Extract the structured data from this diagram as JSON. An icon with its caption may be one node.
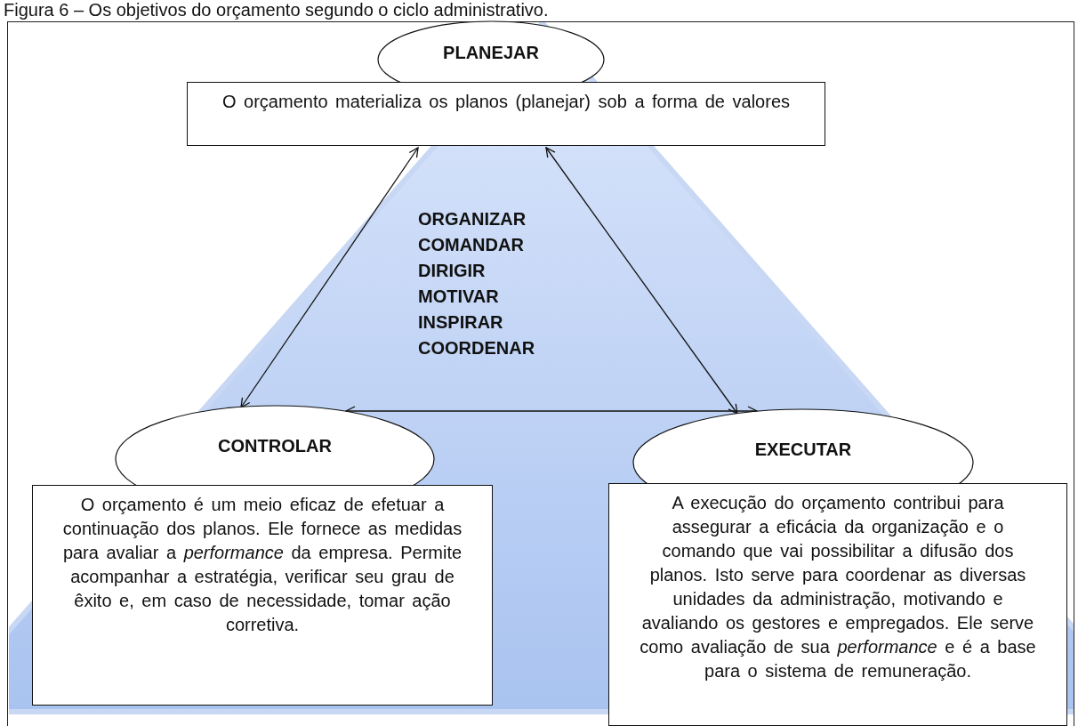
{
  "diagram": {
    "title": "Figura 6 – Os objetivos do orçamento segundo o ciclo administrativo.",
    "nodes": [
      {
        "text": [
          "ORGANIZAR COMANDAR DIRIGIR MOTIVAR INSPIRAR COORDENAR"
        ]
      },
      {
        "text": [
          "PLANEJAR"
        ]
      },
      {
        "text": [
          "O orçamento materializa os planos (planejar) sob a forma de valores"
        ]
      },
      {
        "text": [
          "CONTROLAR"
        ]
      },
      {
        "text": [
          "O orçamento é um meio eficaz de efetuar a continuação dos planos. Ele fornece as medidas para avaliar a *performance* da empresa. Permite acompanhar a estratégia, verificar seu grau de êxito e, em caso de necessidade, tomar ação corretiva."
        ]
      },
      {
        "text": [
          "EXECUTAR"
        ]
      },
      {
        "text": [
          "A execução do orçamento contribui para assegurar a eficácia da organização e o comando que vai possibilitar a difusão dos planos. Isto serve para coordenar as diversas unidades da administração, motivando e avaliando os gestores e empregados. Ele serve como avaliação de sua *performance* e é a base para o sistema de remuneração."
        ]
      }
    ],
    "edges": [
      {
        "from": 2,
        "to": 3,
        "arrow": "both"
      },
      {
        "from": 2,
        "to": 5,
        "arrow": "both"
      },
      {
        "from": 3,
        "to": 5,
        "arrow": "both"
      }
    ]
  }
}
